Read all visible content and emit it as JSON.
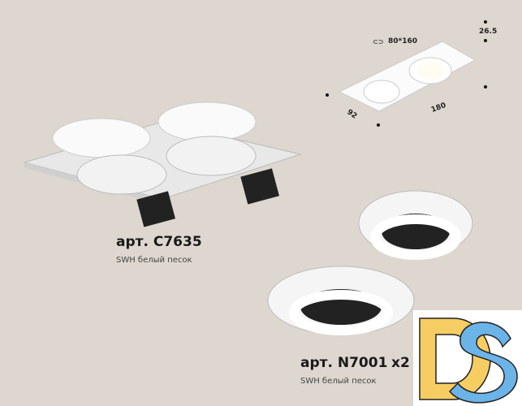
{
  "frame": {
    "article": "арт. C7635",
    "finish": "SWH белый песок"
  },
  "insert": {
    "article": "арт. N7001",
    "quantity": "x2",
    "finish": "SWH белый песок"
  },
  "dimensions": {
    "cutout": "80*160",
    "height": "26.5",
    "width": "92",
    "length": "180"
  },
  "icons": {
    "cutout": "cutout-icon",
    "logo": "ds-logo"
  },
  "colors": {
    "background": "#ddd7d0",
    "logo_yellow": "#f6cd63",
    "logo_blue": "#6cb4e8"
  }
}
